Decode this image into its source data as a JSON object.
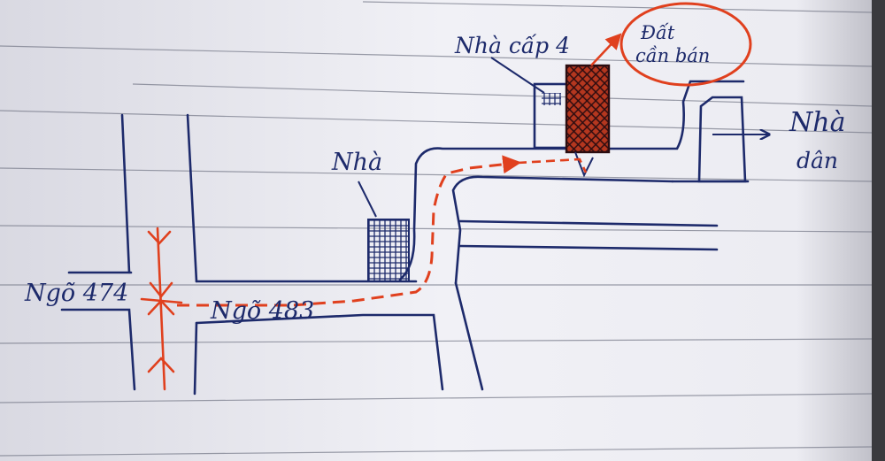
{
  "labels": {
    "ngo_474": "Ngõ 474",
    "ngo_483": "Ngõ 483",
    "nha_small": "Nhà",
    "nha_cap4": "Nhà cấp 4",
    "dat_can_ban_line1": "Đất",
    "dat_can_ban_line2": "cần bán",
    "nha_dan_line1": "Nhà",
    "nha_dan_line2": "dân"
  },
  "colors": {
    "paper": "#eeeef3",
    "rule_line": "#7a7d8c",
    "ink_blue": "#1d2a6b",
    "ink_red": "#e0401e",
    "plot_fill": "#b5371f"
  },
  "icons": {
    "route": "dashed-red-arrow-path",
    "plot": "red-hatched-rectangle",
    "house": "hatched-square"
  }
}
